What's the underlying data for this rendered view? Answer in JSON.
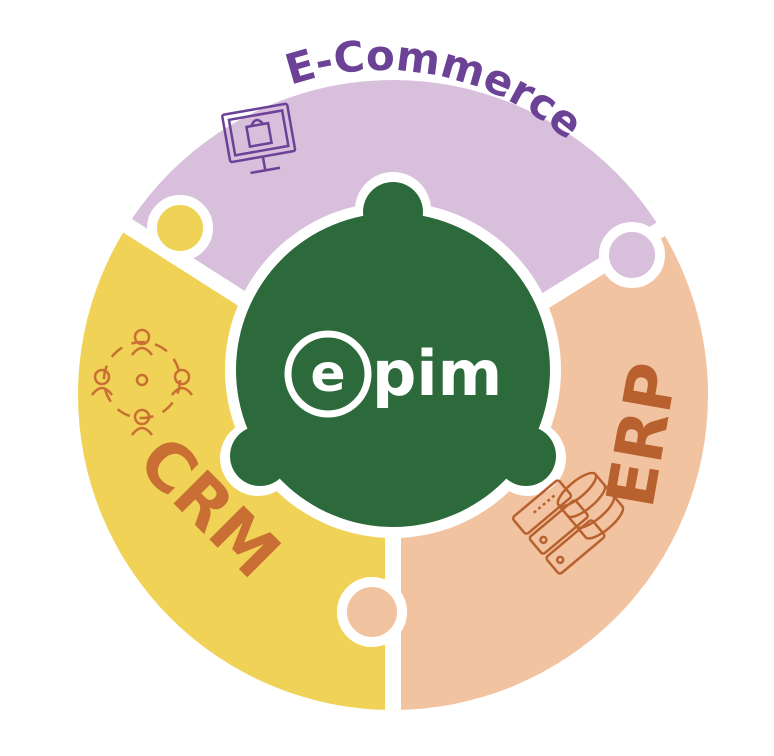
{
  "segments": {
    "ecommerce": {
      "label": "E-Commerce",
      "icon": "monitor-shopping-bag-icon"
    },
    "crm": {
      "label": "CRM",
      "icon": "customer-network-icon"
    },
    "erp": {
      "label": "ERP",
      "icon": "database-server-icon"
    }
  },
  "center": {
    "logo_text": "epim"
  },
  "colors": {
    "ecommerce_fill": "#d8bfdc",
    "ecommerce_text": "#6b4296",
    "crm_fill": "#f0d256",
    "crm_text": "#c96f34",
    "erp_fill": "#f2c3a0",
    "erp_text": "#b8612e",
    "center_fill": "#2c6a3c",
    "background": "#ffffff"
  }
}
